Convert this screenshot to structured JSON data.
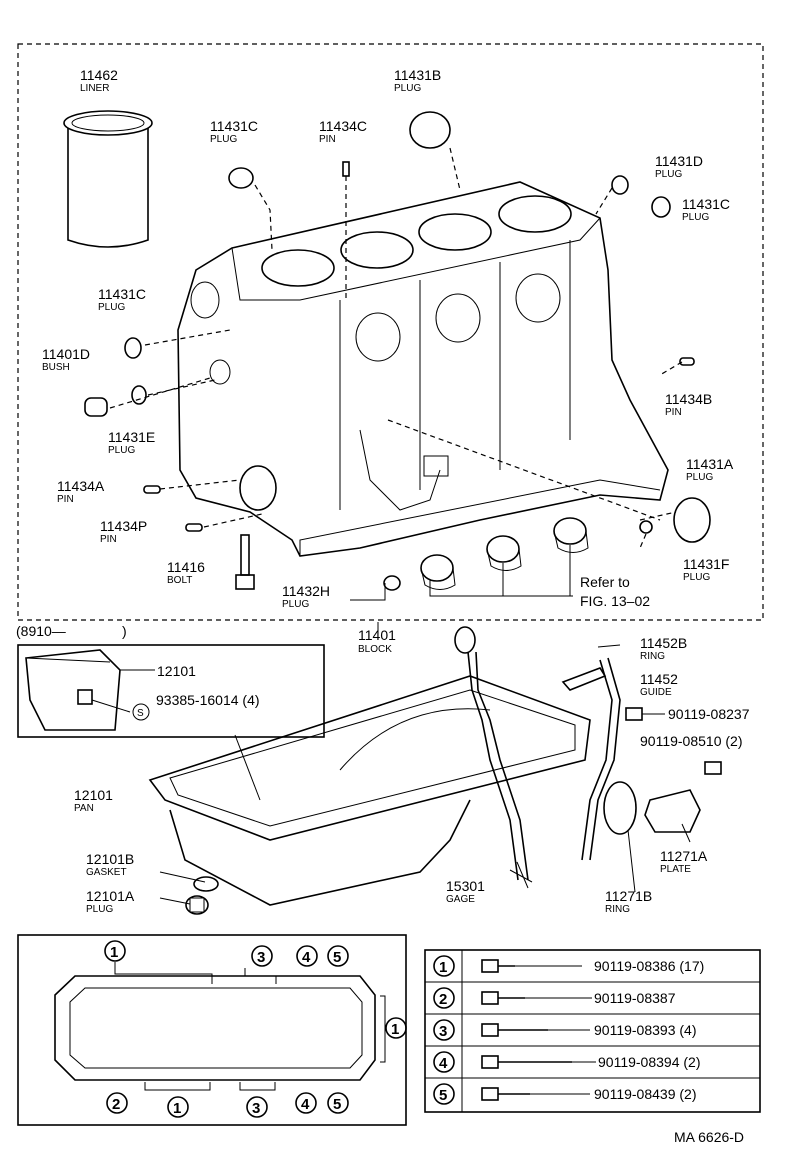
{
  "parts": [
    {
      "id": "liner",
      "number": "11462",
      "name": "LINER"
    },
    {
      "id": "plug-c-top",
      "number": "11431C",
      "name": "PLUG"
    },
    {
      "id": "pin-c",
      "number": "11434C",
      "name": "PIN"
    },
    {
      "id": "plug-b",
      "number": "11431B",
      "name": "PLUG"
    },
    {
      "id": "plug-d",
      "number": "11431D",
      "name": "PLUG"
    },
    {
      "id": "plug-c-right",
      "number": "11431C",
      "name": "PLUG"
    },
    {
      "id": "plug-c-left",
      "number": "11431C",
      "name": "PLUG"
    },
    {
      "id": "bush",
      "number": "11401D",
      "name": "BUSH"
    },
    {
      "id": "plug-e",
      "number": "11431E",
      "name": "PLUG"
    },
    {
      "id": "pin-b",
      "number": "11434B",
      "name": "PIN"
    },
    {
      "id": "plug-a",
      "number": "11431A",
      "name": "PLUG"
    },
    {
      "id": "pin-a",
      "number": "11434A",
      "name": "PIN"
    },
    {
      "id": "pin-p",
      "number": "11434P",
      "name": "PIN"
    },
    {
      "id": "bolt",
      "number": "11416",
      "name": "BOLT"
    },
    {
      "id": "plug-h",
      "number": "11432H",
      "name": "PLUG"
    },
    {
      "id": "plug-f",
      "number": "11431F",
      "name": "PLUG"
    },
    {
      "id": "block",
      "number": "11401",
      "name": "BLOCK"
    },
    {
      "id": "ring-b",
      "number": "11452B",
      "name": "RING"
    },
    {
      "id": "guide",
      "number": "11452",
      "name": "GUIDE"
    },
    {
      "id": "bolt-08237",
      "number": "90119-08237",
      "name": ""
    },
    {
      "id": "bolt-08510",
      "number": "90119-08510 (2)",
      "name": ""
    },
    {
      "id": "pan",
      "number": "12101",
      "name": "PAN"
    },
    {
      "id": "gasket",
      "number": "12101B",
      "name": "GASKET"
    },
    {
      "id": "plug-pan",
      "number": "12101A",
      "name": "PLUG"
    },
    {
      "id": "gage",
      "number": "15301",
      "name": "GAGE"
    },
    {
      "id": "ring-271b",
      "number": "11271B",
      "name": "RING"
    },
    {
      "id": "plate",
      "number": "11271A",
      "name": "PLATE"
    }
  ],
  "refer": {
    "line1": "Refer to",
    "line2": "FIG. 13–02"
  },
  "inset": {
    "date": "(8910—",
    "close": ")",
    "part": "12101",
    "sealant_symbol": "S",
    "sealant_part": "93385-16014 (4)"
  },
  "bolt_table": [
    {
      "key": "1",
      "part": "90119-08386 (17)"
    },
    {
      "key": "2",
      "part": "90119-08387"
    },
    {
      "key": "3",
      "part": "90119-08393 (4)"
    },
    {
      "key": "4",
      "part": "90119-08394 (2)"
    },
    {
      "key": "5",
      "part": "90119-08439 (2)"
    }
  ],
  "gasket_keys": {
    "top": [
      "1",
      "3",
      "4",
      "5"
    ],
    "right": "1",
    "bottom": [
      "2",
      "1",
      "3",
      "4",
      "5"
    ]
  },
  "figure_id": "MA 6626-D"
}
